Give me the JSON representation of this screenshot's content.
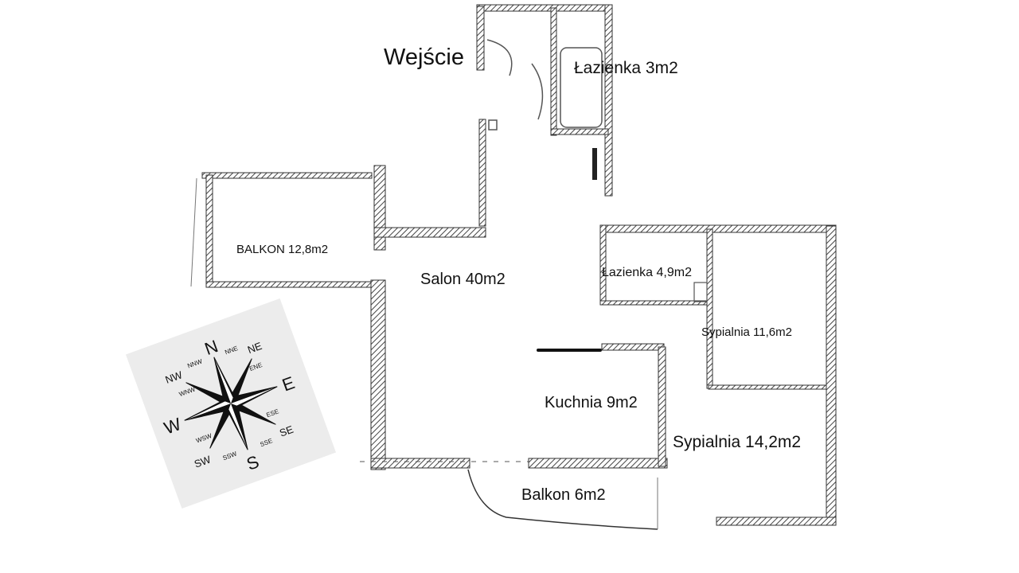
{
  "rooms": {
    "entry": "Wejście",
    "bath1": "Łazienka 3m2",
    "balkon1": "BALKON 12,8m2",
    "salon": "Salon 40m2",
    "bath2": "Łazienka  4,9m2",
    "bed1": "Sypialnia  11,6m2",
    "kitchen": "Kuchnia  9m2",
    "bed2": "Sypialnia  14,2m2",
    "balkon2": "Balkon  6m2"
  },
  "compass": {
    "N": "N",
    "NE": "NE",
    "E": "E",
    "SE": "SE",
    "S": "S",
    "SW": "SW",
    "W": "W",
    "NW": "NW",
    "NNE": "NNE",
    "ENE": "ENE",
    "ESE": "ESE",
    "SSE": "SSE",
    "SSW": "SSW",
    "WSW": "WSW",
    "WNW": "WNW",
    "NNW": "NNW"
  },
  "colors": {
    "wall": "#3a3a3a",
    "hatch": "#777777",
    "compass_bg": "#ececec"
  }
}
